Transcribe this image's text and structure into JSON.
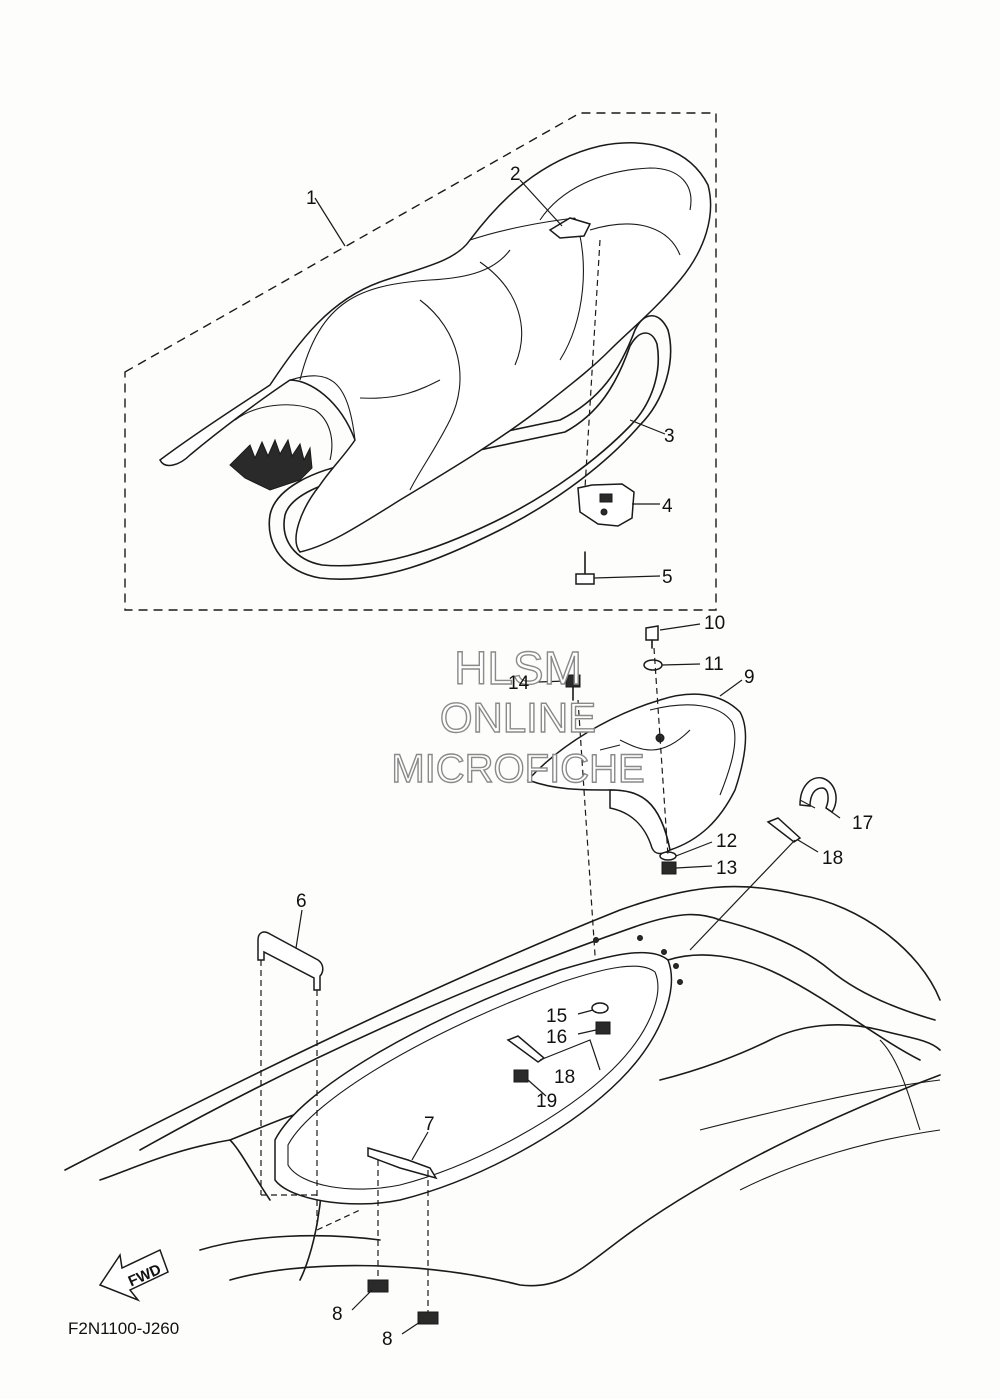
{
  "diagram": {
    "drawing_code": "F2N1100-J260",
    "fwd_label": "FWD",
    "watermark": {
      "line1": "HLSM",
      "line2": "ONLINE",
      "line3": "MICROFICHE"
    },
    "callouts": [
      "1",
      "2",
      "3",
      "4",
      "5",
      "6",
      "7",
      "8",
      "8",
      "9",
      "10",
      "11",
      "12",
      "13",
      "14",
      "15",
      "16",
      "17",
      "18",
      "18",
      "19"
    ]
  }
}
